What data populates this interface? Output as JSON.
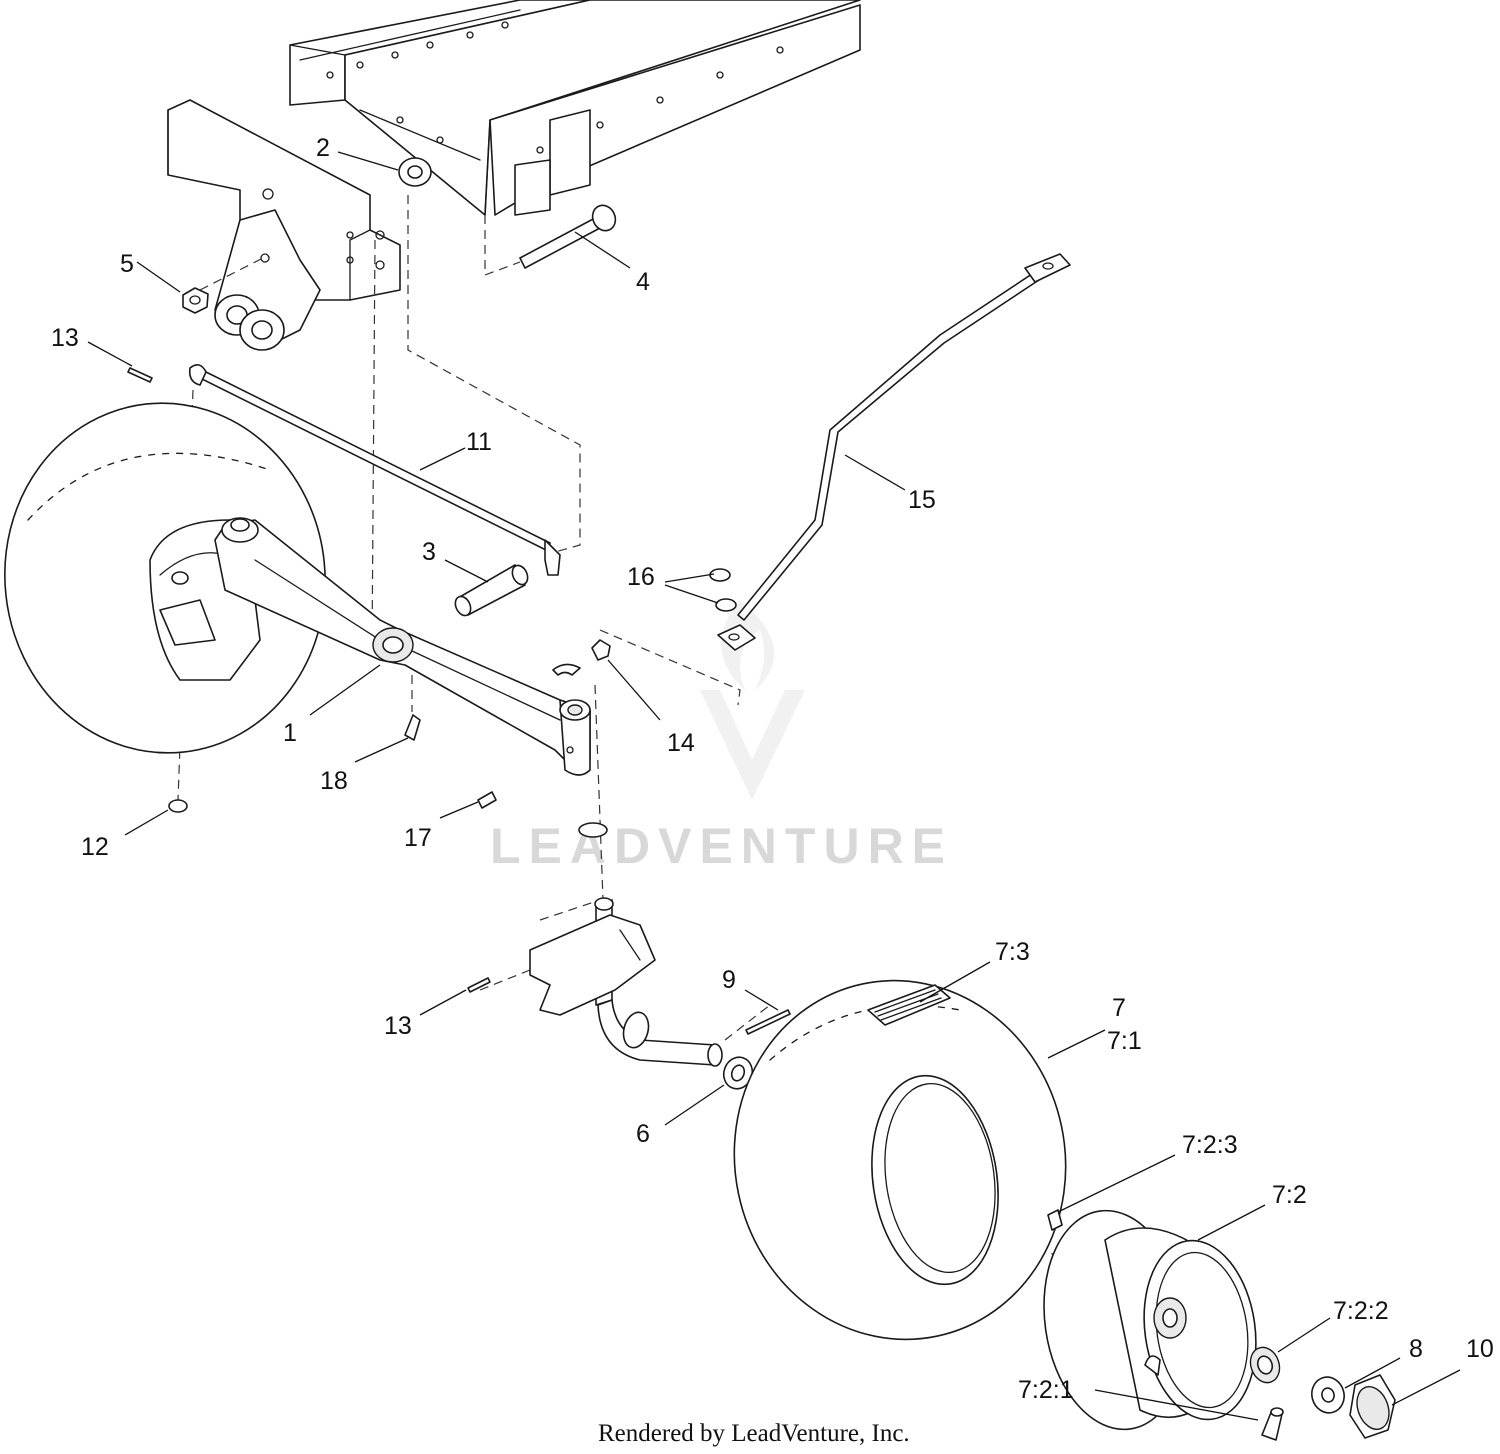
{
  "callouts": {
    "c1": "1",
    "c2": "2",
    "c3": "3",
    "c4": "4",
    "c5": "5",
    "c6": "6",
    "c7": "7",
    "c7_1": "7:1",
    "c7_2": "7:2",
    "c7_2_1": "7:2:1",
    "c7_2_2": "7:2:2",
    "c7_2_3": "7:2:3",
    "c7_3": "7:3",
    "c8": "8",
    "c9": "9",
    "c10": "10",
    "c11": "11",
    "c12": "12",
    "c13a": "13",
    "c13b": "13",
    "c14": "14",
    "c15": "15",
    "c16": "16",
    "c17": "17",
    "c18": "18"
  },
  "watermark": {
    "text": "LEADVENTURE"
  },
  "footer": {
    "credit": "Rendered by LeadVenture, Inc."
  }
}
